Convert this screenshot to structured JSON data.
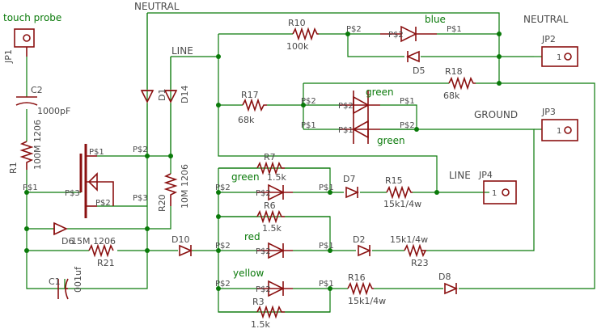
{
  "colors": {
    "wire": "#0a7a0a",
    "part": "#8a1010",
    "text": "#4a4a4a",
    "net_label": "#0a7a0a"
  },
  "nets": {
    "neutral_top": "NEUTRAL",
    "neutral_right": "NEUTRAL",
    "line_top": "LINE",
    "line_mid": "LINE",
    "ground": "GROUND"
  },
  "labels": {
    "touch_probe": "touch probe",
    "jp1": "JP1",
    "jp2": "JP2",
    "jp3": "JP3",
    "jp4": "JP4",
    "jp_pin": "1",
    "c2": "C2",
    "c2_val": "1000pF",
    "r1": "R1",
    "r1_val": "100M 1206",
    "r20": "R20",
    "r20_val": "10M 1206",
    "d1": "D1",
    "d14": "D14",
    "d6": "D6",
    "d6_val": "15M 1206",
    "r21": "R21",
    "c1": "C1",
    "c1_val": "001uf",
    "d10": "D10",
    "r10": "R10",
    "r10_val": "100k",
    "blue": "blue",
    "d5": "D5",
    "r18": "R18",
    "r18_val": "68k",
    "r17": "R17",
    "r17_val": "68k",
    "green_a": "green",
    "green_b": "green",
    "r7": "R7",
    "r7_val": "1.5k",
    "green_led": "green",
    "d7": "D7",
    "r15": "R15",
    "r15_val": "15k1/4w",
    "r6": "R6",
    "r6_val": "1.5k",
    "red_led": "red",
    "d2": "D2",
    "r23": "R23",
    "r23_val": "15k1/4w",
    "yellow_led": "yellow",
    "r16": "R16",
    "r16_val": "15k1/4w",
    "d8": "D8",
    "r3": "R3",
    "r3_val": "1.5k"
  },
  "pins": {
    "p1": "P$1",
    "p2": "P$2",
    "p3": "P$3"
  }
}
